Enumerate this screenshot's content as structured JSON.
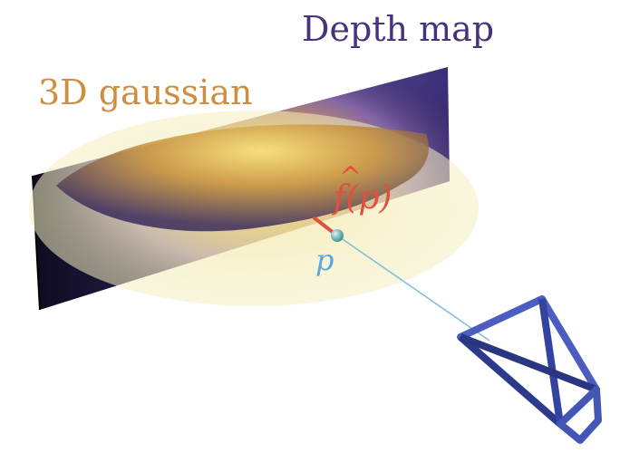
{
  "labels": {
    "depth_map": "Depth map",
    "gaussian": "3D gaussian",
    "estimate": "f(p)",
    "estimate_hat": "^",
    "point": "p"
  },
  "colors": {
    "depth_map_text": "#46327d",
    "gaussian_text": "#cf8d3e",
    "estimate_text": "#e0503c",
    "point_text": "#5aa8dc",
    "camera_frame": "#3a4aa8",
    "ray": "#7fbfd6"
  },
  "icons": {
    "camera": "camera-frustum-icon"
  }
}
